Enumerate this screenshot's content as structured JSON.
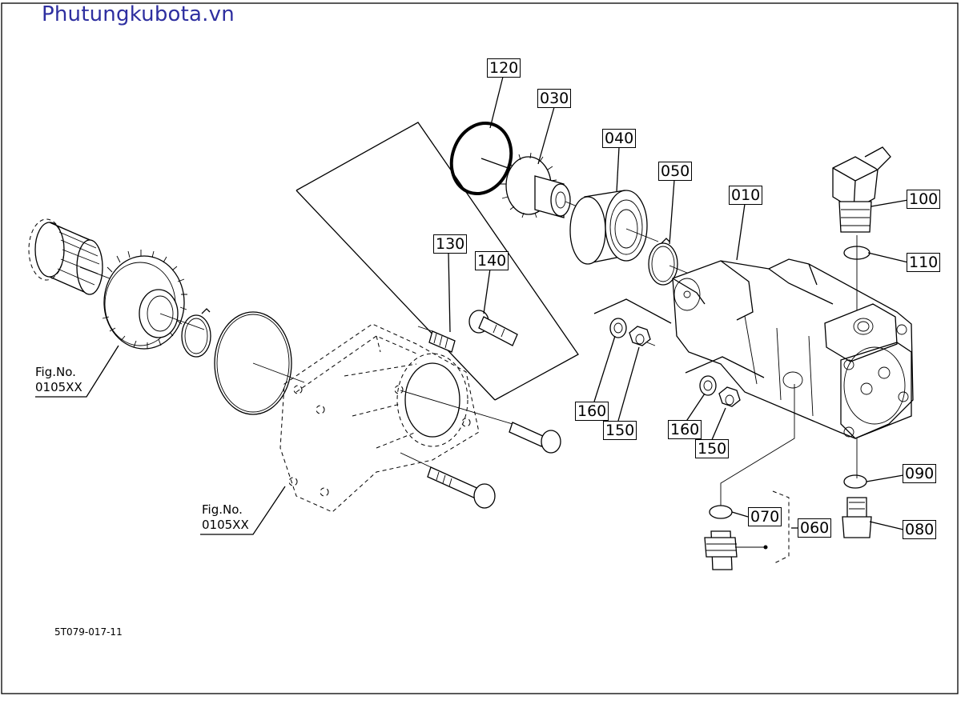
{
  "site": {
    "watermark": "Phutungkubota.vn"
  },
  "drawing": {
    "code": "5T079-017-11"
  },
  "parts": {
    "p010": "010",
    "p030": "030",
    "p040": "040",
    "p050": "050",
    "p060": "060",
    "p070": "070",
    "p080": "080",
    "p090": "090",
    "p100": "100",
    "p110": "110",
    "p120": "120",
    "p130": "130",
    "p140": "140",
    "p150a": "150",
    "p150b": "150",
    "p160a": "160",
    "p160b": "160"
  },
  "figrefs": [
    {
      "line1": "Fig.No.",
      "line2": "0105XX"
    },
    {
      "line1": "Fig.No.",
      "line2": "0105XX"
    }
  ]
}
